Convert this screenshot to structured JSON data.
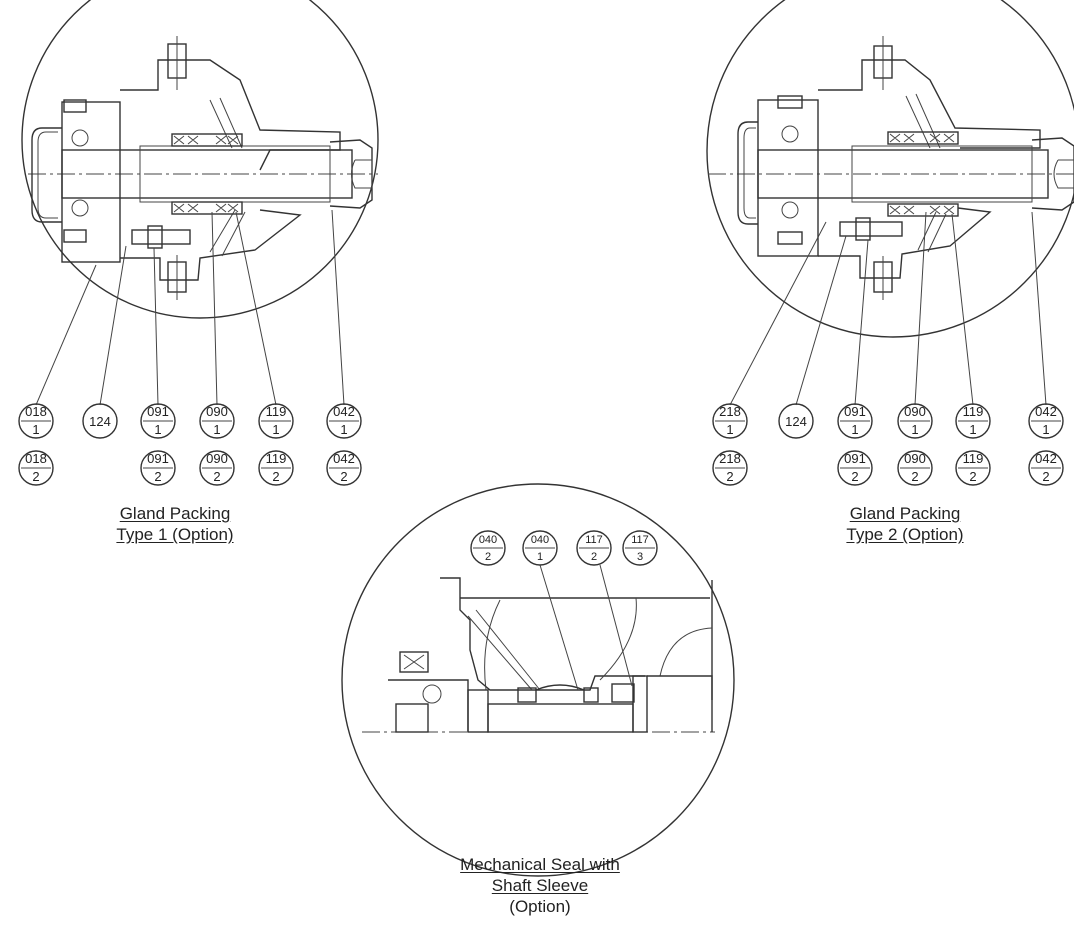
{
  "views": {
    "type1": {
      "caption_line1": "Gland Packing",
      "caption_line2": "Type 1 (Option)",
      "bubbles_row1": [
        {
          "top": "018",
          "bottom": "1"
        },
        {
          "single": "124"
        },
        {
          "top": "091",
          "bottom": "1"
        },
        {
          "top": "090",
          "bottom": "1"
        },
        {
          "top": "119",
          "bottom": "1"
        },
        {
          "top": "042",
          "bottom": "1"
        }
      ],
      "bubbles_row2": [
        {
          "top": "018",
          "bottom": "2"
        },
        {
          "top": "091",
          "bottom": "2"
        },
        {
          "top": "090",
          "bottom": "2"
        },
        {
          "top": "119",
          "bottom": "2"
        },
        {
          "top": "042",
          "bottom": "2"
        }
      ]
    },
    "type2": {
      "caption_line1": "Gland Packing",
      "caption_line2": "Type 2 (Option)",
      "bubbles_row1": [
        {
          "top": "218",
          "bottom": "1"
        },
        {
          "single": "124"
        },
        {
          "top": "091",
          "bottom": "1"
        },
        {
          "top": "090",
          "bottom": "1"
        },
        {
          "top": "119",
          "bottom": "1"
        },
        {
          "top": "042",
          "bottom": "1"
        }
      ],
      "bubbles_row2": [
        {
          "top": "218",
          "bottom": "2"
        },
        {
          "top": "091",
          "bottom": "2"
        },
        {
          "top": "090",
          "bottom": "2"
        },
        {
          "top": "119",
          "bottom": "2"
        },
        {
          "top": "042",
          "bottom": "2"
        }
      ]
    },
    "mech_seal": {
      "caption_line1": "Mechanical Seal with",
      "caption_line2": "Shaft Sleeve",
      "caption_line3": "(Option)",
      "bubbles": [
        {
          "top": "040",
          "bottom": "2"
        },
        {
          "top": "040",
          "bottom": "1"
        },
        {
          "top": "117",
          "bottom": "2"
        },
        {
          "top": "117",
          "bottom": "3"
        }
      ]
    }
  }
}
